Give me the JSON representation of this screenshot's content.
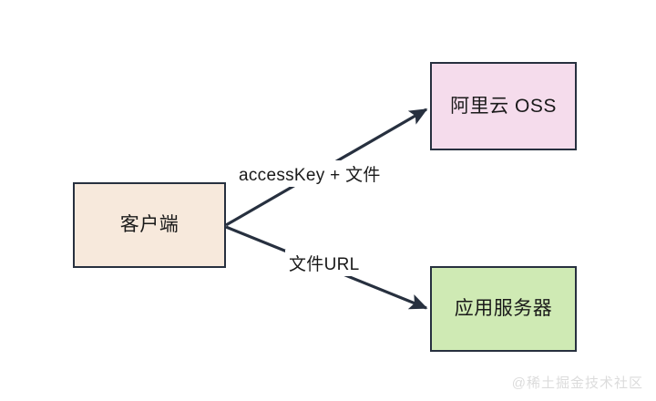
{
  "diagram": {
    "title": "client-upload-flow",
    "background_color": "#ffffff",
    "nodes": [
      {
        "id": "client",
        "label": "客户端",
        "fill": "#f7e9dc",
        "stroke": "#27303f"
      },
      {
        "id": "oss",
        "label": "阿里云 OSS",
        "fill": "#f5dcec",
        "stroke": "#27303f"
      },
      {
        "id": "app_server",
        "label": "应用服务器",
        "fill": "#cfeab4",
        "stroke": "#27303f"
      }
    ],
    "edges": [
      {
        "id": "client-to-oss",
        "from": "client",
        "to": "oss",
        "label": "accessKey + 文件",
        "color": "#27303f"
      },
      {
        "id": "client-to-app-server",
        "from": "client",
        "to": "app_server",
        "label": "文件URL",
        "color": "#27303f"
      }
    ]
  },
  "watermark": {
    "text": "@稀土掘金技术社区",
    "color": "#dcdcdc"
  }
}
